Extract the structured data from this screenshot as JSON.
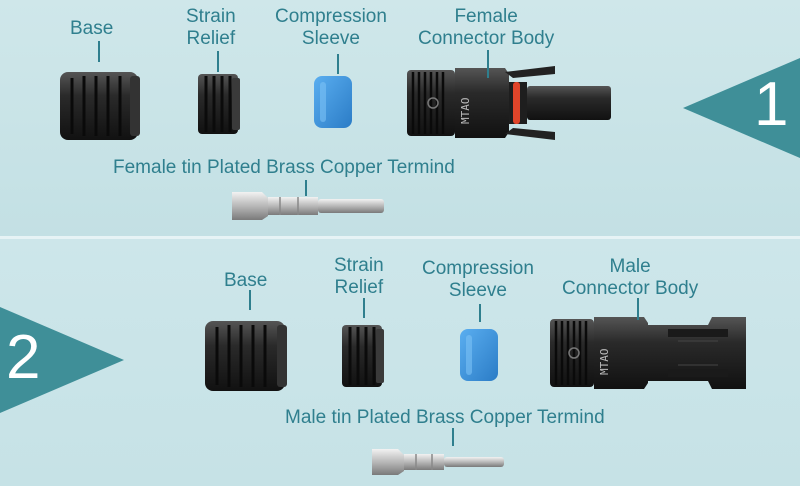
{
  "panel1": {
    "number": "1",
    "labels": {
      "base": "Base",
      "strain_relief": [
        "Strain",
        "Relief"
      ],
      "compression_sleeve": [
        "Compression",
        "Sleeve"
      ],
      "connector_body": [
        "Female",
        "Connector Body"
      ],
      "terminal": "Female tin Plated Brass Copper Termind"
    },
    "body_marking": "MTAO"
  },
  "panel2": {
    "number": "2",
    "labels": {
      "base": "Base",
      "strain_relief": [
        "Strain",
        "Relief"
      ],
      "compression_sleeve": [
        "Compression",
        "Sleeve"
      ],
      "connector_body": [
        "Male",
        "Connector Body"
      ],
      "terminal": "Male tin Plated Brass Copper Termind"
    },
    "body_marking": "MTAO"
  },
  "colors": {
    "label": "#2f7f8e",
    "arrow": "#3f8f98",
    "sleeve": "#3d8fd6",
    "seal": "#e0452a",
    "plastic": "#2a2a2a"
  }
}
